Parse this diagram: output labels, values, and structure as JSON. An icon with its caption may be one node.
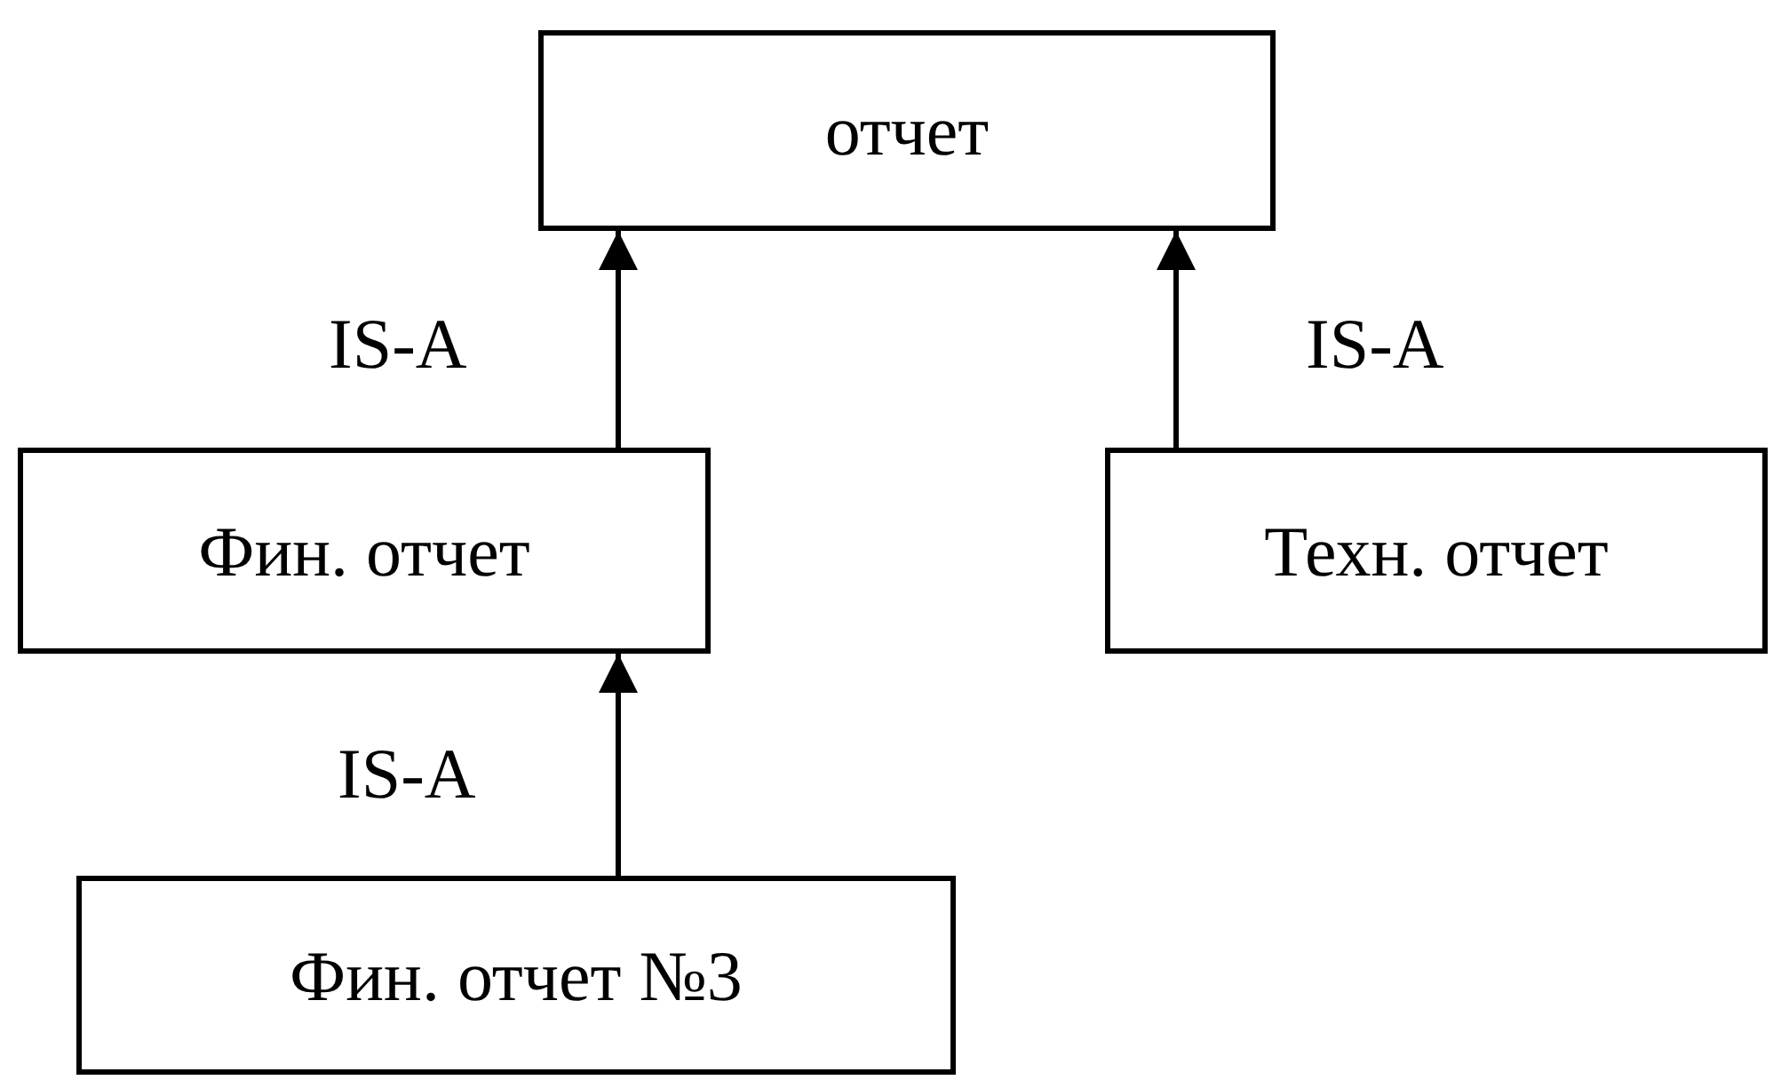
{
  "diagram": {
    "nodes": [
      {
        "text": [
          "отчет"
        ]
      },
      {
        "text": [
          "Фин. отчет"
        ]
      },
      {
        "text": [
          "Техн. отчет"
        ]
      },
      {
        "text": [
          "Фин. отчет №3"
        ]
      }
    ],
    "edges": [
      {
        "from": 1,
        "to": 0,
        "arrow": "to",
        "label": "IS-A"
      },
      {
        "from": 2,
        "to": 0,
        "arrow": "to",
        "label": "IS-A"
      },
      {
        "from": 3,
        "to": 1,
        "arrow": "to",
        "label": "IS-A"
      }
    ]
  }
}
